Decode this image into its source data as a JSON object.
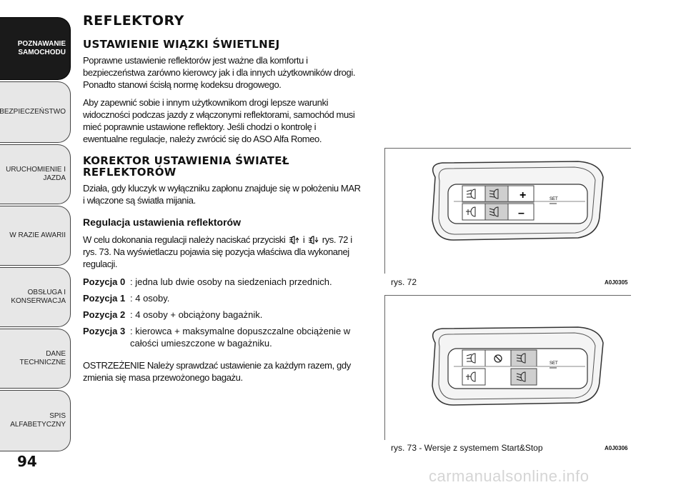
{
  "sidebar": {
    "tabs": [
      {
        "label": "POZNAWANIE\nSAMOCHODU",
        "active": true
      },
      {
        "label": "BEZPIECZEŃSTWO"
      },
      {
        "label": "URUCHOMIENIE I\nJAZDA"
      },
      {
        "label": "W RAZIE AWARII"
      },
      {
        "label": "OBSŁUGA I\nKONSERWACJA"
      },
      {
        "label": "DANE TECHNICZNE"
      },
      {
        "label": "SPIS ALFABETYCZNY"
      }
    ]
  },
  "page_number": "94",
  "content": {
    "title": "REFLEKTORY",
    "section1_title": "USTAWIENIE WIĄZKI ŚWIETLNEJ",
    "para1": "Poprawne ustawienie reflektorów jest ważne dla komfortu i bezpieczeństwa zarówno kierowcy jak i dla innych użytkowników drogi. Ponadto stanowi ścisłą normę kodeksu drogowego.",
    "para2": "Aby zapewnić sobie i innym użytkownikom drogi lepsze warunki widoczności podczas jazdy z włączonymi reflektorami, samochód musi mieć poprawnie ustawione reflektory. Jeśli chodzi o kontrolę i ewentualne regulacje, należy zwrócić się do ASO Alfa Romeo.",
    "section2_title": "KOREKTOR USTAWIENIA ŚWIATEŁ REFLEKTORÓW",
    "para3": "Działa, gdy kluczyk w wyłączniku zapłonu znajduje się w położeniu MAR i włączone są światła mijania.",
    "subsection_title": "Regulacja ustawienia reflektorów",
    "para4_a": "W celu dokonania regulacji należy naciskać przyciski",
    "para4_b": "i",
    "para4_c": "rys. 72 i rys. 73. Na wyświetlaczu pojawia się pozycja właściwa dla wykonanej regulacji.",
    "positions": [
      {
        "label": "Pozycja 0",
        "text": ": jedna lub dwie osoby na siedzeniach przednich."
      },
      {
        "label": "Pozycja 1",
        "text": ": 4 osoby."
      },
      {
        "label": "Pozycja 2",
        "text": ": 4 osoby + obciążony bagażnik."
      },
      {
        "label": "Pozycja 3",
        "text": ": kierowca + maksymalne dopuszczalne obciążenie w całości umieszczone w bagażniku."
      }
    ],
    "warning": "OSTRZEŻENIE Należy sprawdzać ustawienie za każdym razem, gdy zmienia się masa przewożonego bagażu."
  },
  "figures": [
    {
      "caption": "rys. 72",
      "code": "A0J0305",
      "set_label": "SET",
      "plus": "+",
      "minus": "–"
    },
    {
      "caption": "rys. 73 - Wersje z systemem Start&Stop",
      "code": "A0J0306",
      "set_label": "SET"
    }
  ],
  "watermark": "carmanualsonline.info"
}
